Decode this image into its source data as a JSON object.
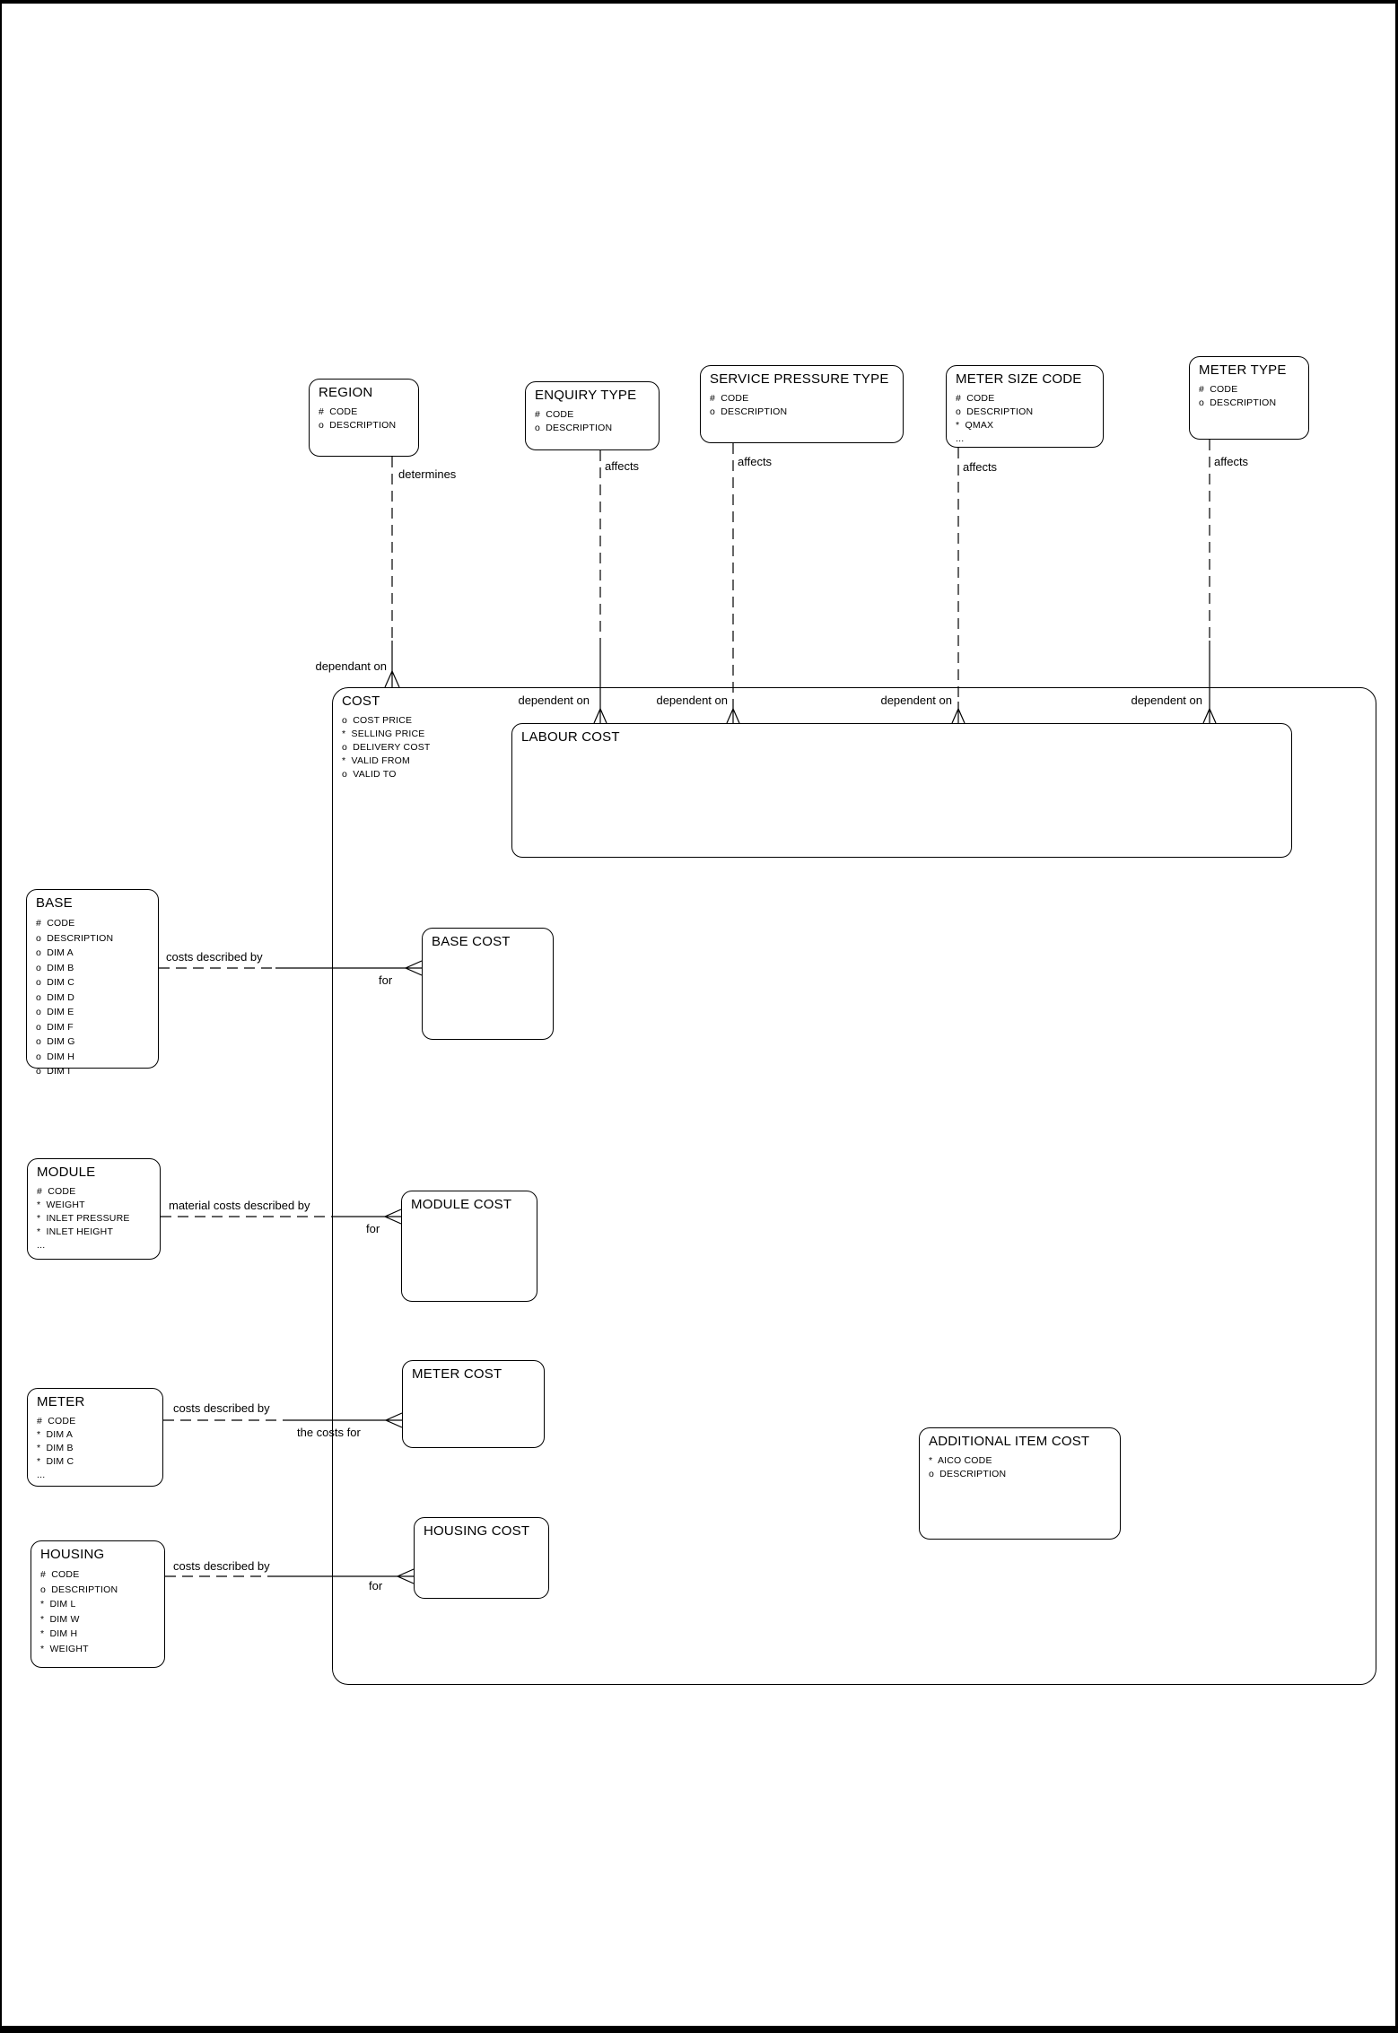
{
  "entities": {
    "region": {
      "title": "REGION",
      "lines": [
        "#  CODE",
        "o  DESCRIPTION"
      ]
    },
    "enquiry_type": {
      "title": "ENQUIRY TYPE",
      "lines": [
        "#  CODE",
        "o  DESCRIPTION"
      ]
    },
    "service_pressure_type": {
      "title": "SERVICE PRESSURE TYPE",
      "lines": [
        "#  CODE",
        "o  DESCRIPTION"
      ]
    },
    "meter_size_code": {
      "title": "METER SIZE CODE",
      "lines": [
        "#  CODE",
        "o  DESCRIPTION",
        "*  QMAX",
        "..."
      ]
    },
    "meter_type": {
      "title": "METER TYPE",
      "lines": [
        "#  CODE",
        "o  DESCRIPTION"
      ]
    },
    "cost": {
      "title": "COST",
      "lines": [
        "o  COST PRICE",
        "*  SELLING PRICE",
        "o  DELIVERY COST",
        "*  VALID FROM",
        "o  VALID TO"
      ]
    },
    "labour_cost": {
      "title": "LABOUR COST"
    },
    "base": {
      "title": "BASE",
      "lines": [
        "#  CODE",
        "o  DESCRIPTION",
        "o  DIM A",
        "o  DIM B",
        "o  DIM C",
        "o  DIM D",
        "o  DIM E",
        "o  DIM F",
        "o  DIM G",
        "o  DIM H",
        "o  DIM I"
      ]
    },
    "base_cost": {
      "title": "BASE COST"
    },
    "module": {
      "title": "MODULE",
      "lines": [
        "#  CODE",
        "*  WEIGHT",
        "*  INLET PRESSURE",
        "*  INLET HEIGHT",
        "..."
      ]
    },
    "module_cost": {
      "title": "MODULE COST"
    },
    "meter": {
      "title": "METER",
      "lines": [
        "#  CODE",
        "*  DIM A",
        "*  DIM B",
        "*  DIM C",
        "..."
      ]
    },
    "meter_cost": {
      "title": "METER COST"
    },
    "additional_item_cost": {
      "title": "ADDITIONAL ITEM COST",
      "lines": [
        "*  AICO CODE",
        "o  DESCRIPTION"
      ]
    },
    "housing": {
      "title": "HOUSING",
      "lines": [
        "#  CODE",
        "o  DESCRIPTION",
        "*  DIM L",
        "*  DIM W",
        "*  DIM H",
        "*  WEIGHT"
      ]
    },
    "housing_cost": {
      "title": "HOUSING COST"
    }
  },
  "labels": {
    "determines": "determines",
    "dependant_on": "dependant on",
    "dependent_on": "dependent on",
    "affects": "affects",
    "costs_described_by": "costs described by",
    "material_costs_described_by": "material costs described by",
    "the_costs_for": "the costs for",
    "for": "for"
  },
  "colors": {
    "line": "#000000",
    "background": "#ffffff"
  }
}
